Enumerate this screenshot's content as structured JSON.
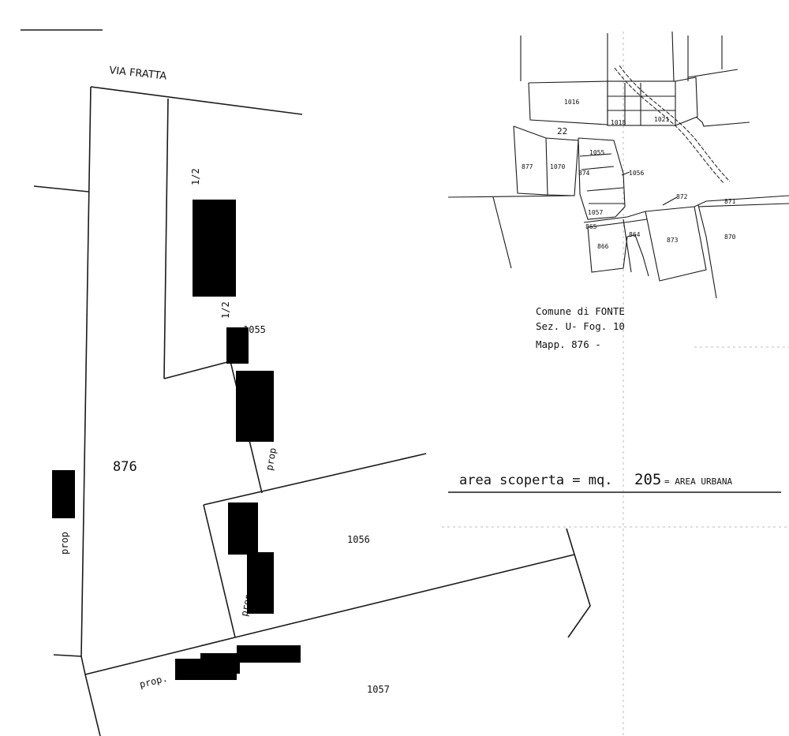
{
  "main_plan": {
    "street_label": "VIA  FRATTA",
    "parcel_main": "876",
    "parcel_upper": "1055",
    "parcel_middle": "1056",
    "parcel_lower": "1057",
    "fraction_upper": "1/2",
    "fraction_lower": "1/2",
    "label_prop_left": "prop",
    "label_prop_mid": "prop",
    "label_prop_low": "prop.",
    "label_prop_bottom": "prop.",
    "label_prop_bottom_right": "p"
  },
  "inset_map": {
    "parcels": [
      "1016",
      "1018",
      "1021",
      "22",
      "877",
      "1070",
      "1055",
      "874",
      "1056",
      "1057",
      "865",
      "866",
      "864",
      "872",
      "873",
      "871",
      "870"
    ]
  },
  "notes": {
    "comune": "Comune di FONTE",
    "sezione": "Sez. U- Fog. 10",
    "mappale": "Mapp. 876 -"
  },
  "area": {
    "prefix": "area  scoperta = mq.",
    "value": "205",
    "suffix": "= AREA  URBANA"
  }
}
